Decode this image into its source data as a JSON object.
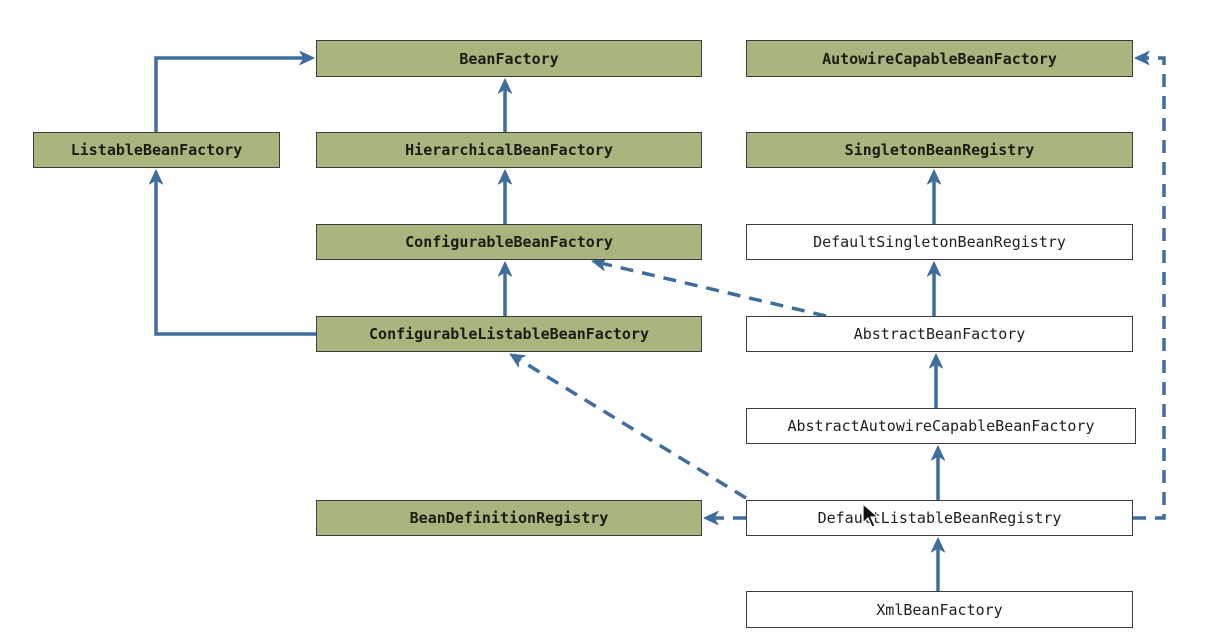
{
  "diagram": {
    "colors": {
      "interface_fill": "#a8b57f",
      "class_fill": "#ffffff",
      "edge": "#3e6d9e",
      "border": "#3d3d3d"
    },
    "nodes": {
      "bean_factory": "BeanFactory",
      "autowire_capable_bean_factory": "AutowireCapableBeanFactory",
      "listable_bean_factory": "ListableBeanFactory",
      "hierarchical_bean_factory": "HierarchicalBeanFactory",
      "singleton_bean_registry": "SingletonBeanRegistry",
      "configurable_bean_factory": "ConfigurableBeanFactory",
      "default_singleton_bean_registry": "DefaultSingletonBeanRegistry",
      "configurable_listable_bean_factory": "ConfigurableListableBeanFactory",
      "abstract_bean_factory": "AbstractBeanFactory",
      "abstract_autowire_capable_bean_factory": "AbstractAutowireCapableBeanFactory",
      "bean_definition_registry": "BeanDefinitionRegistry",
      "default_listable_bean_registry": "DefaultListableBeanRegistry",
      "xml_bean_factory": "XmlBeanFactory"
    },
    "node_kinds": {
      "bean_factory": "interface",
      "autowire_capable_bean_factory": "interface",
      "listable_bean_factory": "interface",
      "hierarchical_bean_factory": "interface",
      "singleton_bean_registry": "interface",
      "configurable_bean_factory": "interface",
      "default_singleton_bean_registry": "class",
      "configurable_listable_bean_factory": "interface",
      "abstract_bean_factory": "class",
      "abstract_autowire_capable_bean_factory": "class",
      "bean_definition_registry": "interface",
      "default_listable_bean_registry": "class",
      "xml_bean_factory": "class"
    },
    "edges": [
      {
        "from": "hierarchical_bean_factory",
        "to": "bean_factory",
        "style": "solid"
      },
      {
        "from": "listable_bean_factory",
        "to": "bean_factory",
        "style": "solid"
      },
      {
        "from": "configurable_bean_factory",
        "to": "hierarchical_bean_factory",
        "style": "solid"
      },
      {
        "from": "configurable_listable_bean_factory",
        "to": "configurable_bean_factory",
        "style": "solid"
      },
      {
        "from": "configurable_listable_bean_factory",
        "to": "listable_bean_factory",
        "style": "solid"
      },
      {
        "from": "default_singleton_bean_registry",
        "to": "singleton_bean_registry",
        "style": "solid"
      },
      {
        "from": "abstract_bean_factory",
        "to": "default_singleton_bean_registry",
        "style": "solid"
      },
      {
        "from": "abstract_bean_factory",
        "to": "configurable_bean_factory",
        "style": "dashed"
      },
      {
        "from": "abstract_autowire_capable_bean_factory",
        "to": "abstract_bean_factory",
        "style": "solid"
      },
      {
        "from": "default_listable_bean_registry",
        "to": "abstract_autowire_capable_bean_factory",
        "style": "solid"
      },
      {
        "from": "default_listable_bean_registry",
        "to": "configurable_listable_bean_factory",
        "style": "dashed"
      },
      {
        "from": "default_listable_bean_registry",
        "to": "bean_definition_registry",
        "style": "dashed"
      },
      {
        "from": "default_listable_bean_registry",
        "to": "autowire_capable_bean_factory",
        "style": "dashed"
      },
      {
        "from": "xml_bean_factory",
        "to": "default_listable_bean_registry",
        "style": "solid"
      }
    ]
  }
}
